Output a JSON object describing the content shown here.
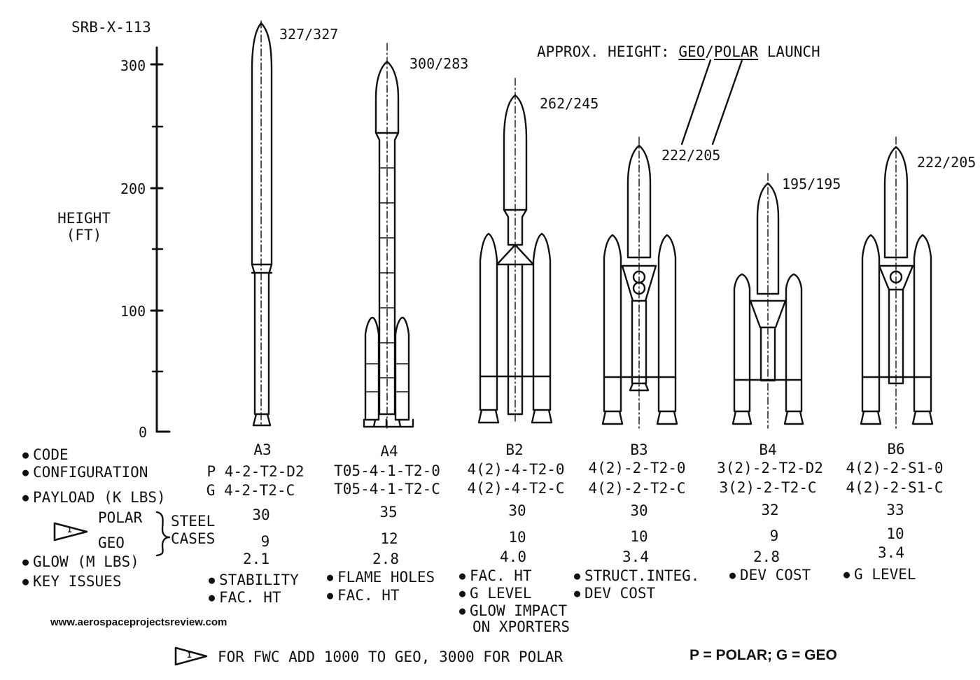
{
  "report_id": "SRB-X-113",
  "height_axis": {
    "label_line1": "HEIGHT",
    "label_line2": "(FT)",
    "ticks": [
      "0",
      "100",
      "200",
      "300"
    ]
  },
  "legend": {
    "prefix": "APPROX. HEIGHT:",
    "geo": "GEO",
    "slash": "/",
    "polar": "POLAR",
    "suffix": "LAUNCH"
  },
  "row_labels": {
    "code": "CODE",
    "configuration": "CONFIGURATION",
    "payload": "PAYLOAD (K LBS)",
    "polar": "POLAR",
    "geo": "GEO",
    "steel_cases_1": "STEEL",
    "steel_cases_2": "CASES",
    "glow": "GLOW (M LBS)",
    "key_issues": "KEY ISSUES"
  },
  "note_marker": "1",
  "vehicles": [
    {
      "height_label": "327/327",
      "geo_height_ft": 327,
      "polar_height_ft": 327,
      "code": "A3",
      "config_polar": "P 4-2-T2-D2",
      "config_geo": "G 4-2-T2-C",
      "payload_polar": "30",
      "payload_geo": "9",
      "glow": "2.1",
      "issues": [
        "STABILITY",
        "FAC. HT"
      ]
    },
    {
      "height_label": "300/283",
      "geo_height_ft": 300,
      "polar_height_ft": 283,
      "code": "A4",
      "config_polar": "T05-4-1-T2-0",
      "config_geo": "T05-4-1-T2-C",
      "payload_polar": "35",
      "payload_geo": "12",
      "glow": "2.8",
      "issues": [
        "FLAME HOLES",
        "FAC. HT"
      ]
    },
    {
      "height_label": "262/245",
      "geo_height_ft": 262,
      "polar_height_ft": 245,
      "code": "B2",
      "config_polar": "4(2)-4-T2-0",
      "config_geo": "4(2)-4-T2-C",
      "payload_polar": "30",
      "payload_geo": "10",
      "glow": "4.0",
      "issues": [
        "FAC. HT",
        "G LEVEL",
        "GLOW IMPACT",
        "ON XPORTERS"
      ]
    },
    {
      "height_label": "222/205",
      "geo_height_ft": 222,
      "polar_height_ft": 205,
      "code": "B3",
      "config_polar": "4(2)-2-T2-0",
      "config_geo": "4(2)-2-T2-C",
      "payload_polar": "30",
      "payload_geo": "10",
      "glow": "3.4",
      "issues": [
        "STRUCT.INTEG.",
        "DEV COST"
      ]
    },
    {
      "height_label": "195/195",
      "geo_height_ft": 195,
      "polar_height_ft": 195,
      "code": "B4",
      "config_polar": "3(2)-2-T2-D2",
      "config_geo": "3(2)-2-T2-C",
      "payload_polar": "32",
      "payload_geo": "9",
      "glow": "2.8",
      "issues": [
        "DEV COST"
      ]
    },
    {
      "height_label": "222/205",
      "geo_height_ft": 222,
      "polar_height_ft": 205,
      "code": "B6",
      "config_polar": "4(2)-2-S1-0",
      "config_geo": "4(2)-2-S1-C",
      "payload_polar": "33",
      "payload_geo": "10",
      "glow": "3.4",
      "issues": [
        "G LEVEL"
      ]
    }
  ],
  "website": "www.aerospaceprojectsreview.com",
  "footnote": "FOR FWC ADD 1000 TO GEO, 3000 FOR POLAR",
  "key": "P = POLAR; G = GEO"
}
